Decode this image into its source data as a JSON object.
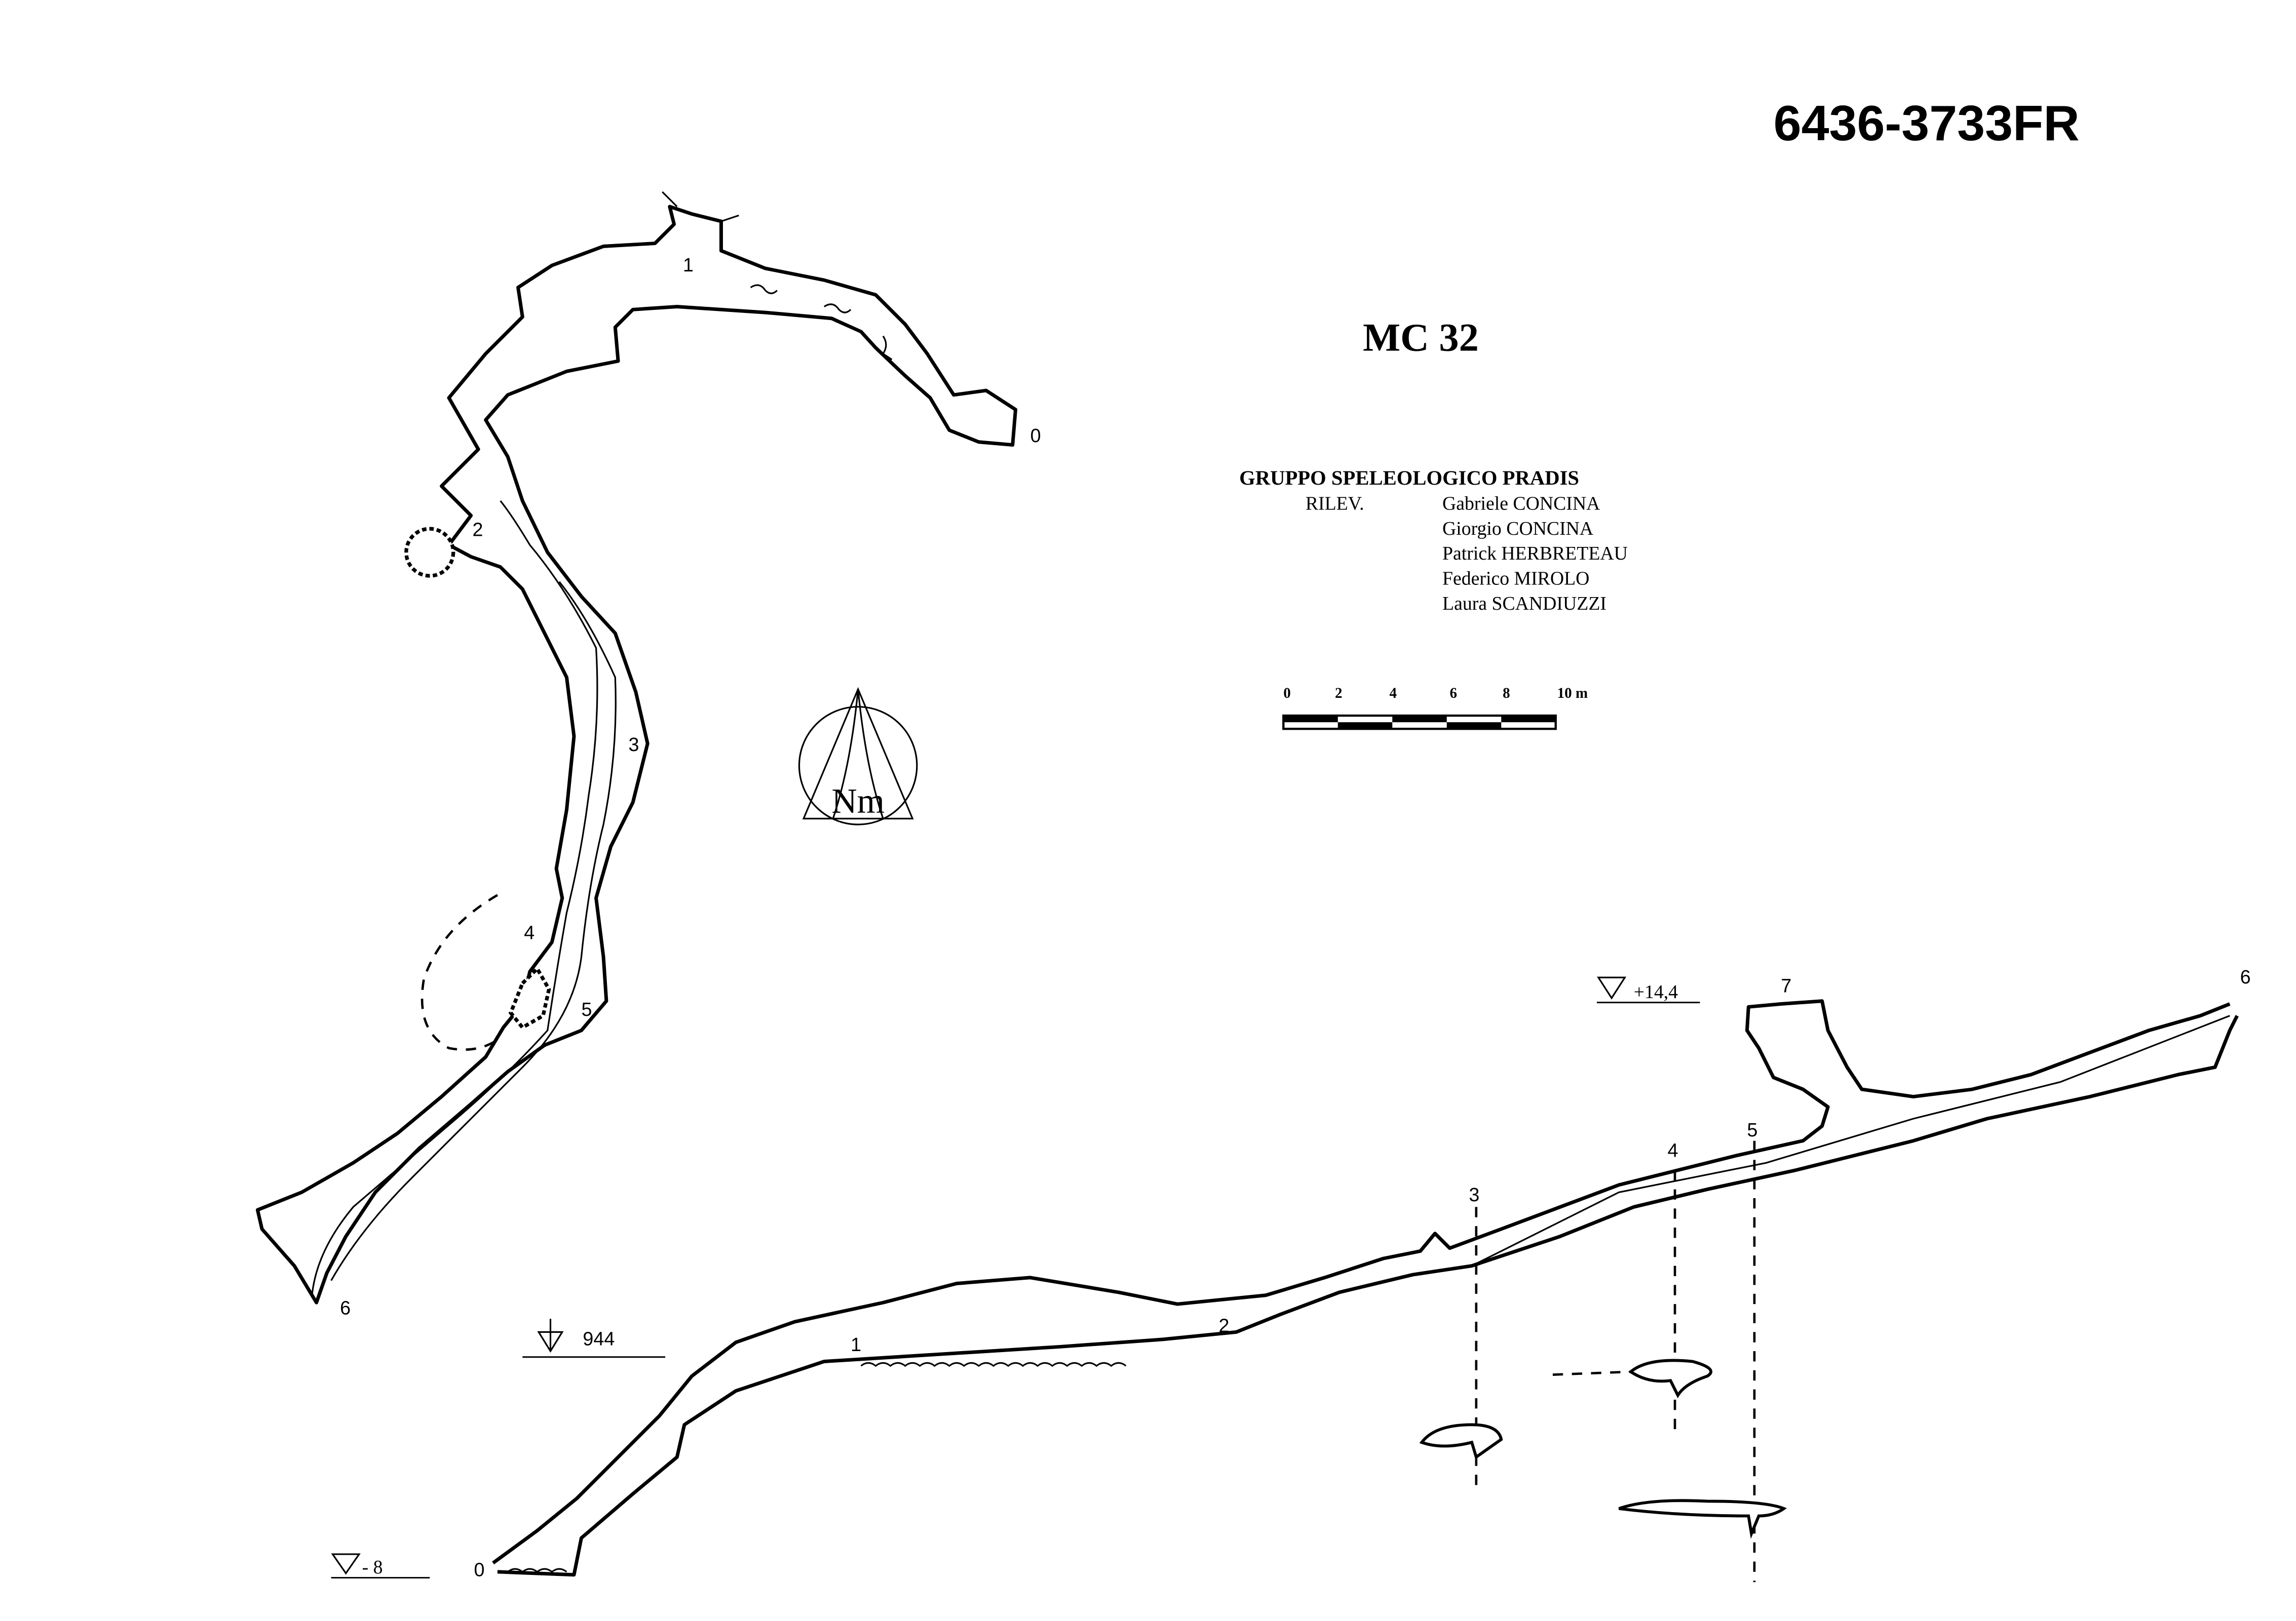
{
  "sheet_code": "6436-3733FR",
  "cave_name": "MC 32",
  "credits": {
    "group": "GRUPPO SPELEOLOGICO PRADIS",
    "survey_label": "RILEV.",
    "surveyors": [
      "Gabriele CONCINA",
      "Giorgio CONCINA",
      "Patrick HERBRETEAU",
      "Federico MIROLO",
      "Laura SCANDIUZZI"
    ]
  },
  "scale_bar": {
    "labels": [
      "0",
      "2",
      "4",
      "6",
      "8",
      "10 m"
    ]
  },
  "north_arrow": {
    "label": "Nm"
  },
  "plan": {
    "stations": [
      "0",
      "1",
      "2",
      "3",
      "4",
      "5",
      "6"
    ]
  },
  "profile": {
    "stations": [
      "0",
      "1",
      "2",
      "3",
      "4",
      "5",
      "6",
      "7"
    ],
    "entrance_altitude": "944",
    "lowest_depth": "- 8",
    "highest_level": "+14,4"
  }
}
